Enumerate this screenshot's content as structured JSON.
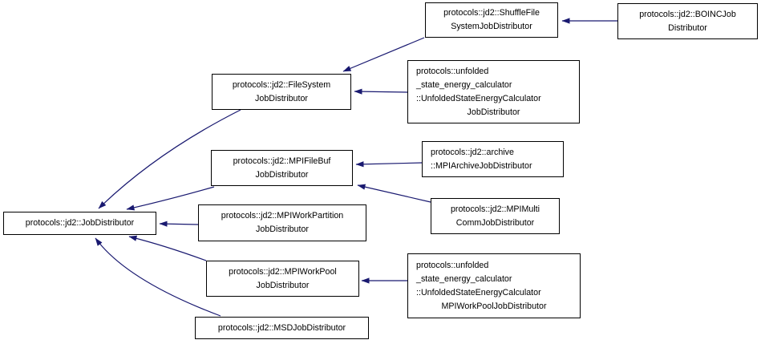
{
  "diagram": {
    "type": "class-inheritance-graph",
    "colors": {
      "edge": "#191970",
      "node_border": "#000000",
      "node_fill": "#ffffff",
      "text": "#000000",
      "background": "#ffffff"
    },
    "nodes": [
      {
        "id": "job-distributor",
        "lines": [
          "protocols::jd2::JobDistributor"
        ]
      },
      {
        "id": "filesystem-job-distributor",
        "lines": [
          "protocols::jd2::FileSystem",
          "JobDistributor"
        ]
      },
      {
        "id": "shuffle-file-system-job-distributor",
        "lines": [
          "protocols::jd2::ShuffleFile",
          "SystemJobDistributor"
        ]
      },
      {
        "id": "boinc-job-distributor",
        "lines": [
          "protocols::jd2::BOINCJob",
          "Distributor"
        ]
      },
      {
        "id": "unfolded-state-energy-calculator-job-distributor",
        "lines": [
          "protocols::unfolded",
          "_state_energy_calculator",
          "::UnfoldedStateEnergyCalculator",
          "JobDistributor"
        ]
      },
      {
        "id": "mpi-file-buf-job-distributor",
        "lines": [
          "protocols::jd2::MPIFileBuf",
          "JobDistributor"
        ]
      },
      {
        "id": "mpi-archive-job-distributor",
        "lines": [
          "protocols::jd2::archive",
          "::MPIArchiveJobDistributor"
        ]
      },
      {
        "id": "mpi-multi-comm-job-distributor",
        "lines": [
          "protocols::jd2::MPIMulti",
          "CommJobDistributor"
        ]
      },
      {
        "id": "mpi-work-partition-job-distributor",
        "lines": [
          "protocols::jd2::MPIWorkPartition",
          "JobDistributor"
        ]
      },
      {
        "id": "mpi-work-pool-job-distributor",
        "lines": [
          "protocols::jd2::MPIWorkPool",
          "JobDistributor"
        ]
      },
      {
        "id": "unfolded-state-energy-calculator-mpi-work-pool-job-distributor",
        "lines": [
          "protocols::unfolded",
          "_state_energy_calculator",
          "::UnfoldedStateEnergyCalculator",
          "MPIWorkPoolJobDistributor"
        ]
      },
      {
        "id": "msd-job-distributor",
        "lines": [
          "protocols::jd2::MSDJobDistributor"
        ]
      }
    ],
    "edges": [
      {
        "from": "boinc-job-distributor",
        "to": "shuffle-file-system-job-distributor"
      },
      {
        "from": "shuffle-file-system-job-distributor",
        "to": "filesystem-job-distributor"
      },
      {
        "from": "unfolded-state-energy-calculator-job-distributor",
        "to": "filesystem-job-distributor"
      },
      {
        "from": "filesystem-job-distributor",
        "to": "job-distributor"
      },
      {
        "from": "mpi-archive-job-distributor",
        "to": "mpi-file-buf-job-distributor"
      },
      {
        "from": "mpi-multi-comm-job-distributor",
        "to": "mpi-file-buf-job-distributor"
      },
      {
        "from": "mpi-file-buf-job-distributor",
        "to": "job-distributor"
      },
      {
        "from": "mpi-work-partition-job-distributor",
        "to": "job-distributor"
      },
      {
        "from": "mpi-work-pool-job-distributor",
        "to": "job-distributor"
      },
      {
        "from": "unfolded-state-energy-calculator-mpi-work-pool-job-distributor",
        "to": "mpi-work-pool-job-distributor"
      },
      {
        "from": "msd-job-distributor",
        "to": "job-distributor"
      }
    ]
  }
}
